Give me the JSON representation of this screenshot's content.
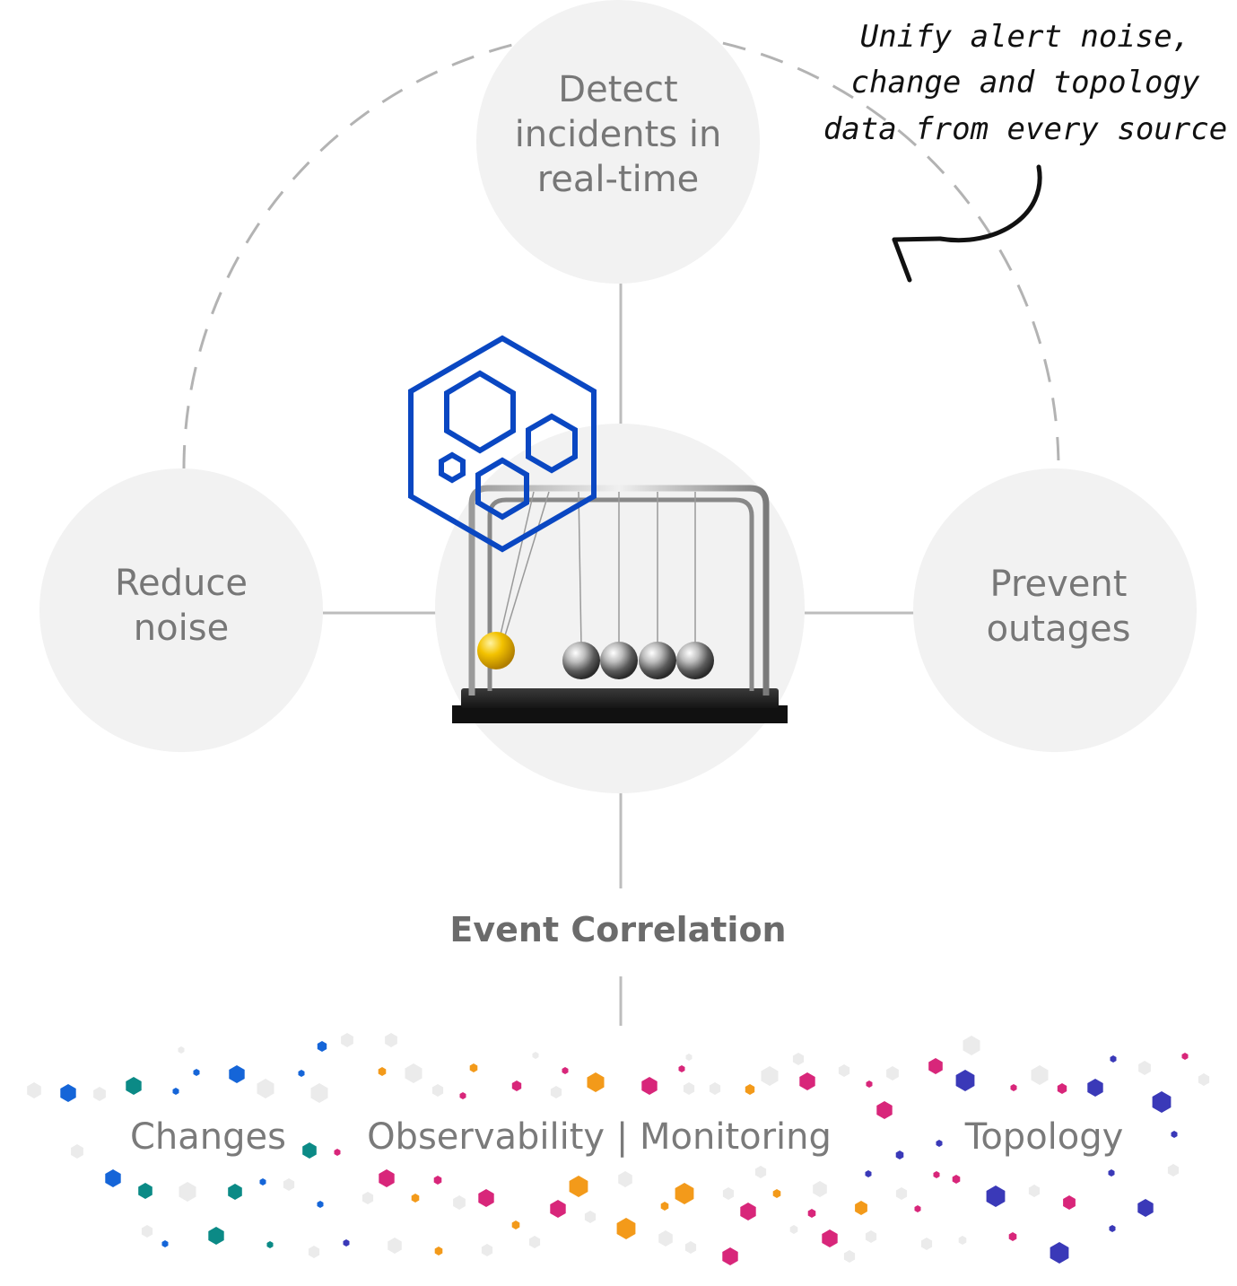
{
  "nodes": {
    "top": [
      "Detect",
      "incidents in",
      "real-time"
    ],
    "left": [
      "Reduce",
      "noise"
    ],
    "right": [
      "Prevent",
      "outages"
    ]
  },
  "title": "Event Correlation",
  "annotation": [
    "Unify alert noise,",
    "change and topology",
    "data from every source"
  ],
  "sources": {
    "changes": "Changes",
    "observability": "Observability | Monitoring",
    "topology": "Topology"
  },
  "colors": {
    "node_fill": "#f2f2f2",
    "connector": "#bdbdbd",
    "dash": "#b3b3b3",
    "logo_blue": "#0a47c2",
    "ball_yellow": "#f3c200",
    "source_blue": "#1565d8",
    "source_teal": "#0b8a86",
    "source_orange": "#f39a1a",
    "source_magenta": "#d8267a",
    "source_indigo": "#3a39b8",
    "source_grey": "#ebebeb"
  },
  "icons": {
    "logo": "hexagon-cluster-icon",
    "centerpiece": "newtons-cradle-icon",
    "arrow": "curved-arrow-icon"
  }
}
